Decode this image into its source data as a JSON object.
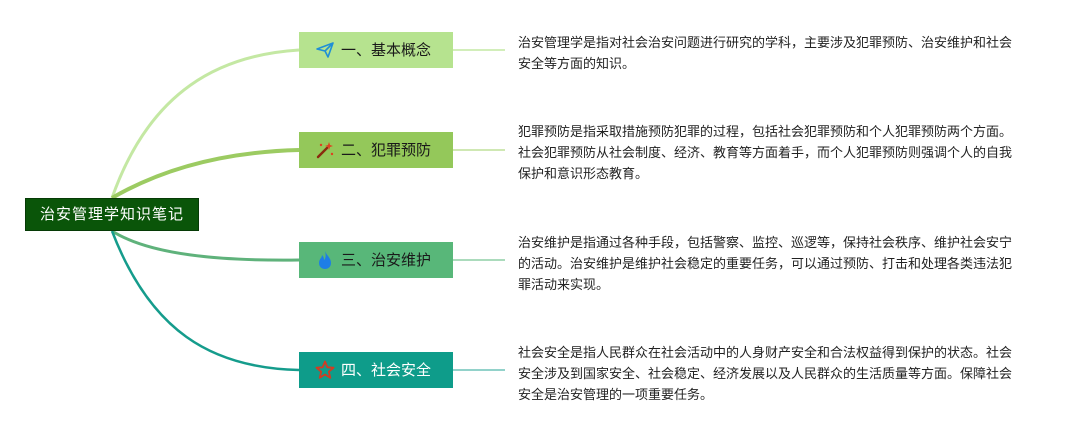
{
  "root": {
    "title": "治安管理学知识笔记"
  },
  "branches": [
    {
      "label": "一、基本概念",
      "icon": "paper-plane-icon",
      "color": "#b6e38f",
      "text": "治安管理学是指对社会治安问题进行研究的学科，主要涉及犯罪预防、治安维护和社会安全等方面的知识。"
    },
    {
      "label": "二、犯罪预防",
      "icon": "magic-wand-icon",
      "color": "#94c85a",
      "text": "犯罪预防是指采取措施预防犯罪的过程，包括社会犯罪预防和个人犯罪预防两个方面。社会犯罪预防从社会制度、经济、教育等方面着手，而个人犯罪预防则强调个人的自我保护和意识形态教育。"
    },
    {
      "label": "三、治安维护",
      "icon": "flame-icon",
      "color": "#58b779",
      "text": "治安维护是指通过各种手段，包括警察、监控、巡逻等，保持社会秩序、维护社会安宁的活动。治安维护是维护社会稳定的重要任务，可以通过预防、打击和处理各类违法犯罪活动来实现。"
    },
    {
      "label": "四、社会安全",
      "icon": "star-icon",
      "color": "#0e9c8a",
      "text": "社会安全是指人民群众在社会活动中的人身财产安全和合法权益得到保护的状态。社会安全涉及到国家安全、社会稳定、经济发展以及人民群众的生活质量等方面。保障社会安全是治安管理的一项重要任务。"
    }
  ]
}
